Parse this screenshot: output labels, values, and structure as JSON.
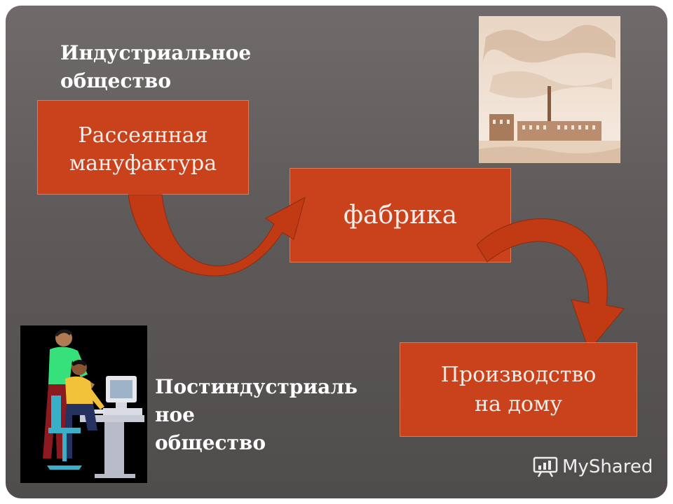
{
  "slide": {
    "industrial_heading": [
      "Индустриальное",
      "общество"
    ],
    "postindustrial_heading": [
      "Постиндустриаль",
      "ное",
      "общество"
    ],
    "boxes": {
      "manufactory": [
        "Рассеянная",
        "мануфактура"
      ],
      "factory": [
        "фабрика"
      ],
      "home_production": [
        "Производство",
        "на дому"
      ]
    },
    "colors": {
      "box_fill": "#c9421b",
      "arrow_fill": "#c23a14",
      "background": "#5e5a59"
    }
  },
  "watermark": {
    "text": "MyShared"
  }
}
